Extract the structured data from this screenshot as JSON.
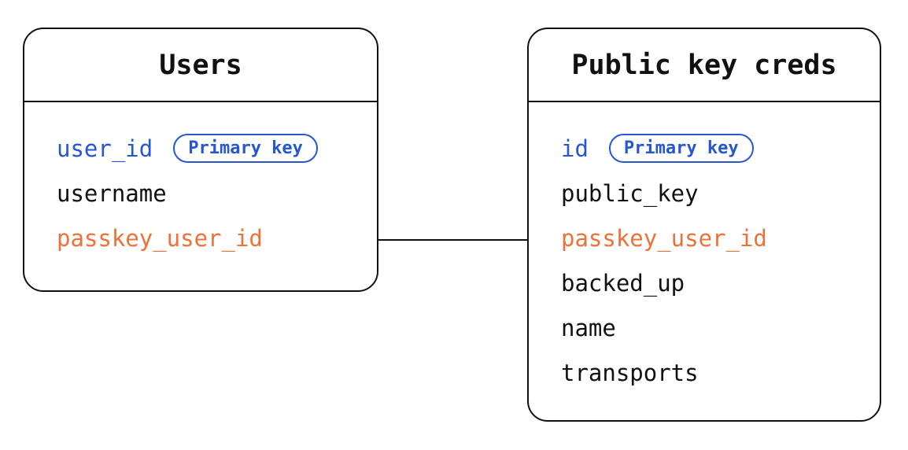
{
  "diagram": {
    "type": "entity-relationship",
    "tables": [
      {
        "title": "Users",
        "fields": [
          {
            "name": "user_id",
            "color": "blue",
            "badge": "Primary key"
          },
          {
            "name": "username",
            "color": "black"
          },
          {
            "name": "passkey_user_id",
            "color": "orange"
          }
        ]
      },
      {
        "title": "Public key creds",
        "fields": [
          {
            "name": "id",
            "color": "blue",
            "badge": "Primary key"
          },
          {
            "name": "public_key",
            "color": "black"
          },
          {
            "name": "passkey_user_id",
            "color": "orange"
          },
          {
            "name": "backed_up",
            "color": "black"
          },
          {
            "name": "name",
            "color": "black"
          },
          {
            "name": "transports",
            "color": "black"
          }
        ]
      }
    ],
    "relationship": {
      "from": "Users.passkey_user_id",
      "to": "Public key creds.passkey_user_id"
    }
  },
  "colors": {
    "accent_blue": "#2657d0",
    "accent_orange": "#ed7139",
    "text_black": "#111111",
    "border_color": "#111111",
    "bg": "#ffffff"
  }
}
